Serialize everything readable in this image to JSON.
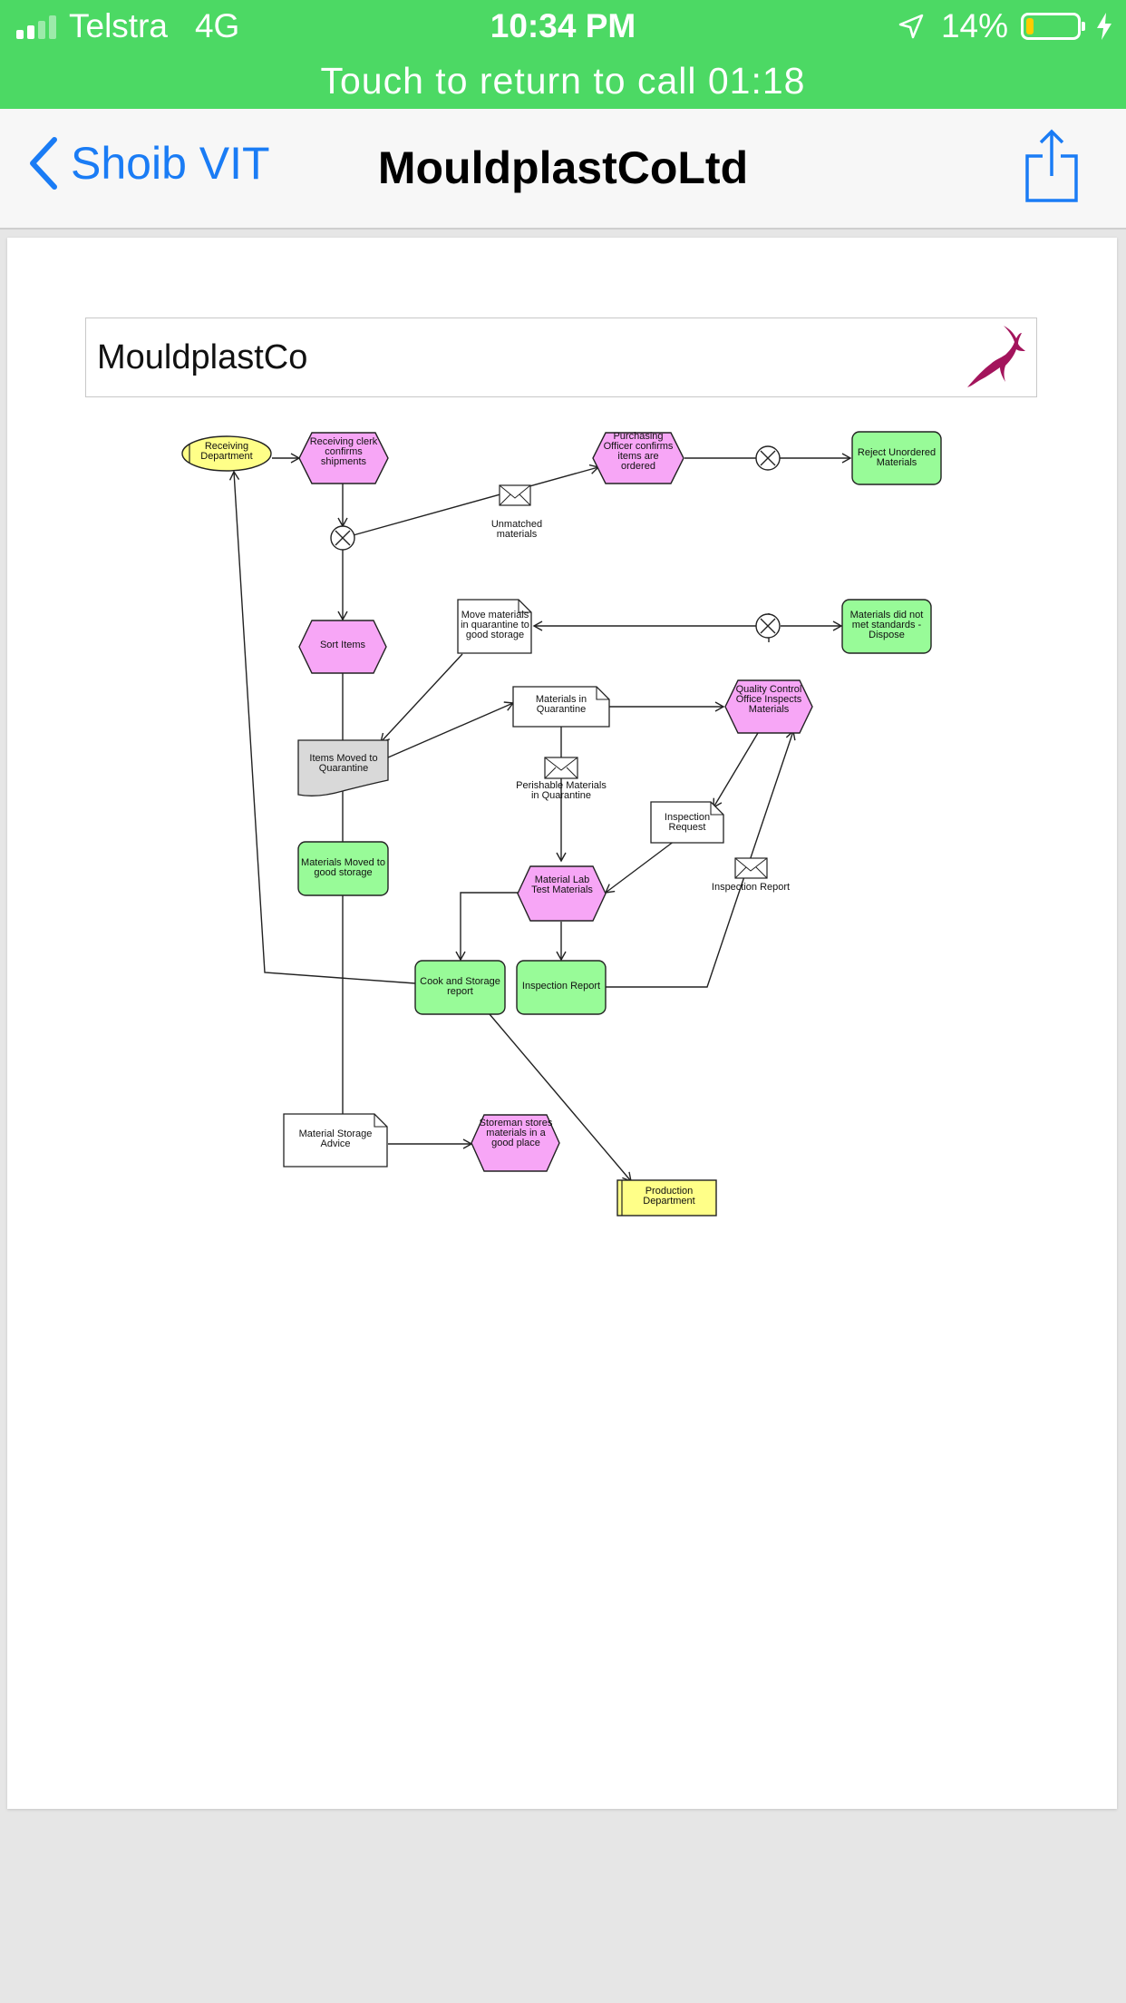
{
  "status_bar": {
    "carrier": "Telstra",
    "network": "4G",
    "time": "10:34 PM",
    "battery": "14%",
    "battery_level": 0.14,
    "call_banner": "Touch to return to call 01:18"
  },
  "nav": {
    "back_label": "Shoib VIT",
    "title": "MouldplastCoLtd",
    "share_icon": "share-icon"
  },
  "document": {
    "header_title": "MouldplastCo",
    "logo_icon": "gazelle-logo",
    "colors": {
      "function": "#f7a6f6",
      "event": "#98fb98",
      "org_unit": "#ffff88",
      "document": "#ffffff",
      "stored": "#d9d9d9"
    },
    "diagram": {
      "nodes": {
        "receiving_department": "Receiving Department",
        "receiving_clerk": "Receiving clerk confirms shipments",
        "purchasing_officer": "Purchasing Officer confirms items are ordered",
        "reject_unordered": "Reject Unordered Materials",
        "unmatched_materials": "Unmatched materials",
        "sort_items": "Sort Items",
        "move_materials_doc": "Move materials in quarantine to good storage",
        "materials_did_not_meet": "Materials did not met standards - Dispose",
        "materials_in_quarantine": "Materials in Quarantine",
        "quality_control": "Quality Control Office Inspects Materials",
        "items_moved_quarantine": "Items Moved to Quarantine",
        "perishable_materials": "Perishable Materials in Quarantine",
        "inspection_request": "Inspection Request",
        "inspection_report_msg": "Inspection Report",
        "materials_moved_good": "Materials Moved to good storage",
        "material_lab_test": "Material Lab Test Materials",
        "cook_storage_report": "Cook and Storage report",
        "inspection_report": "Inspection Report",
        "material_storage_advice": "Material Storage Advice",
        "storeman_stores": "Storeman stores materials in a good place",
        "production_department": "Production Department"
      }
    }
  }
}
